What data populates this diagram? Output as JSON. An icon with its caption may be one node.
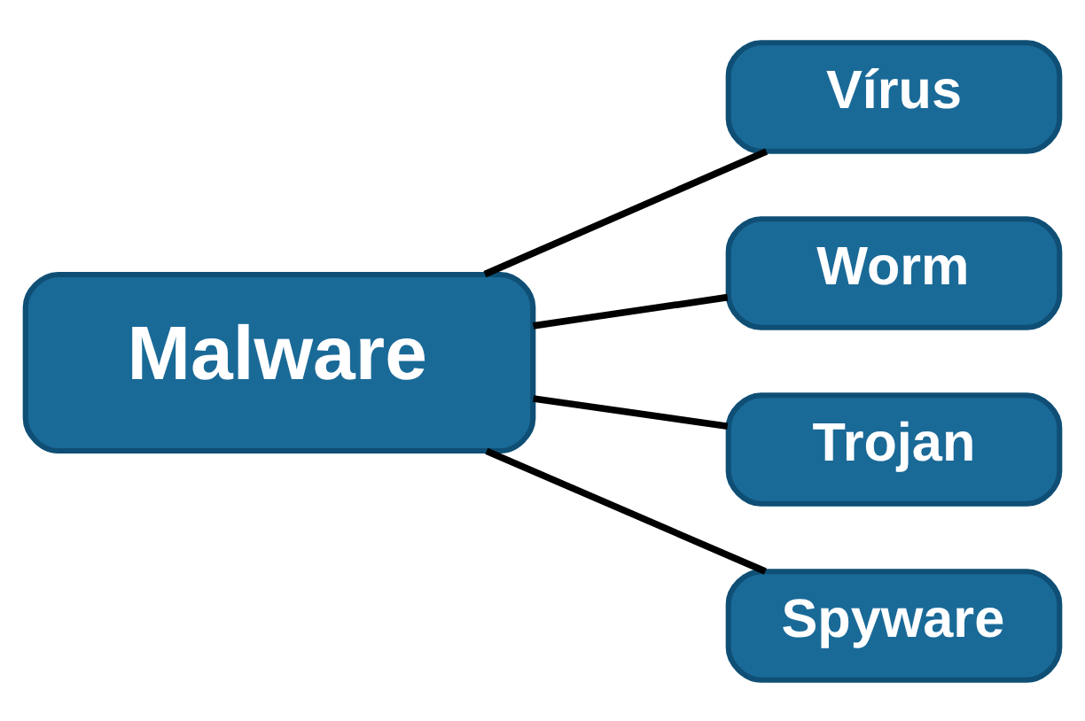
{
  "diagram": {
    "nodes": [
      {
        "text": [
          "Malware"
        ]
      },
      {
        "text": [
          "Vírus"
        ]
      },
      {
        "text": [
          "Worm"
        ]
      },
      {
        "text": [
          "Trojan"
        ]
      },
      {
        "text": [
          "Spyware"
        ]
      }
    ],
    "edges": [
      {
        "from": 0,
        "to": 1,
        "arrow": "none"
      },
      {
        "from": 0,
        "to": 2,
        "arrow": "none"
      },
      {
        "from": 0,
        "to": 3,
        "arrow": "none"
      },
      {
        "from": 0,
        "to": 4,
        "arrow": "none"
      }
    ]
  }
}
